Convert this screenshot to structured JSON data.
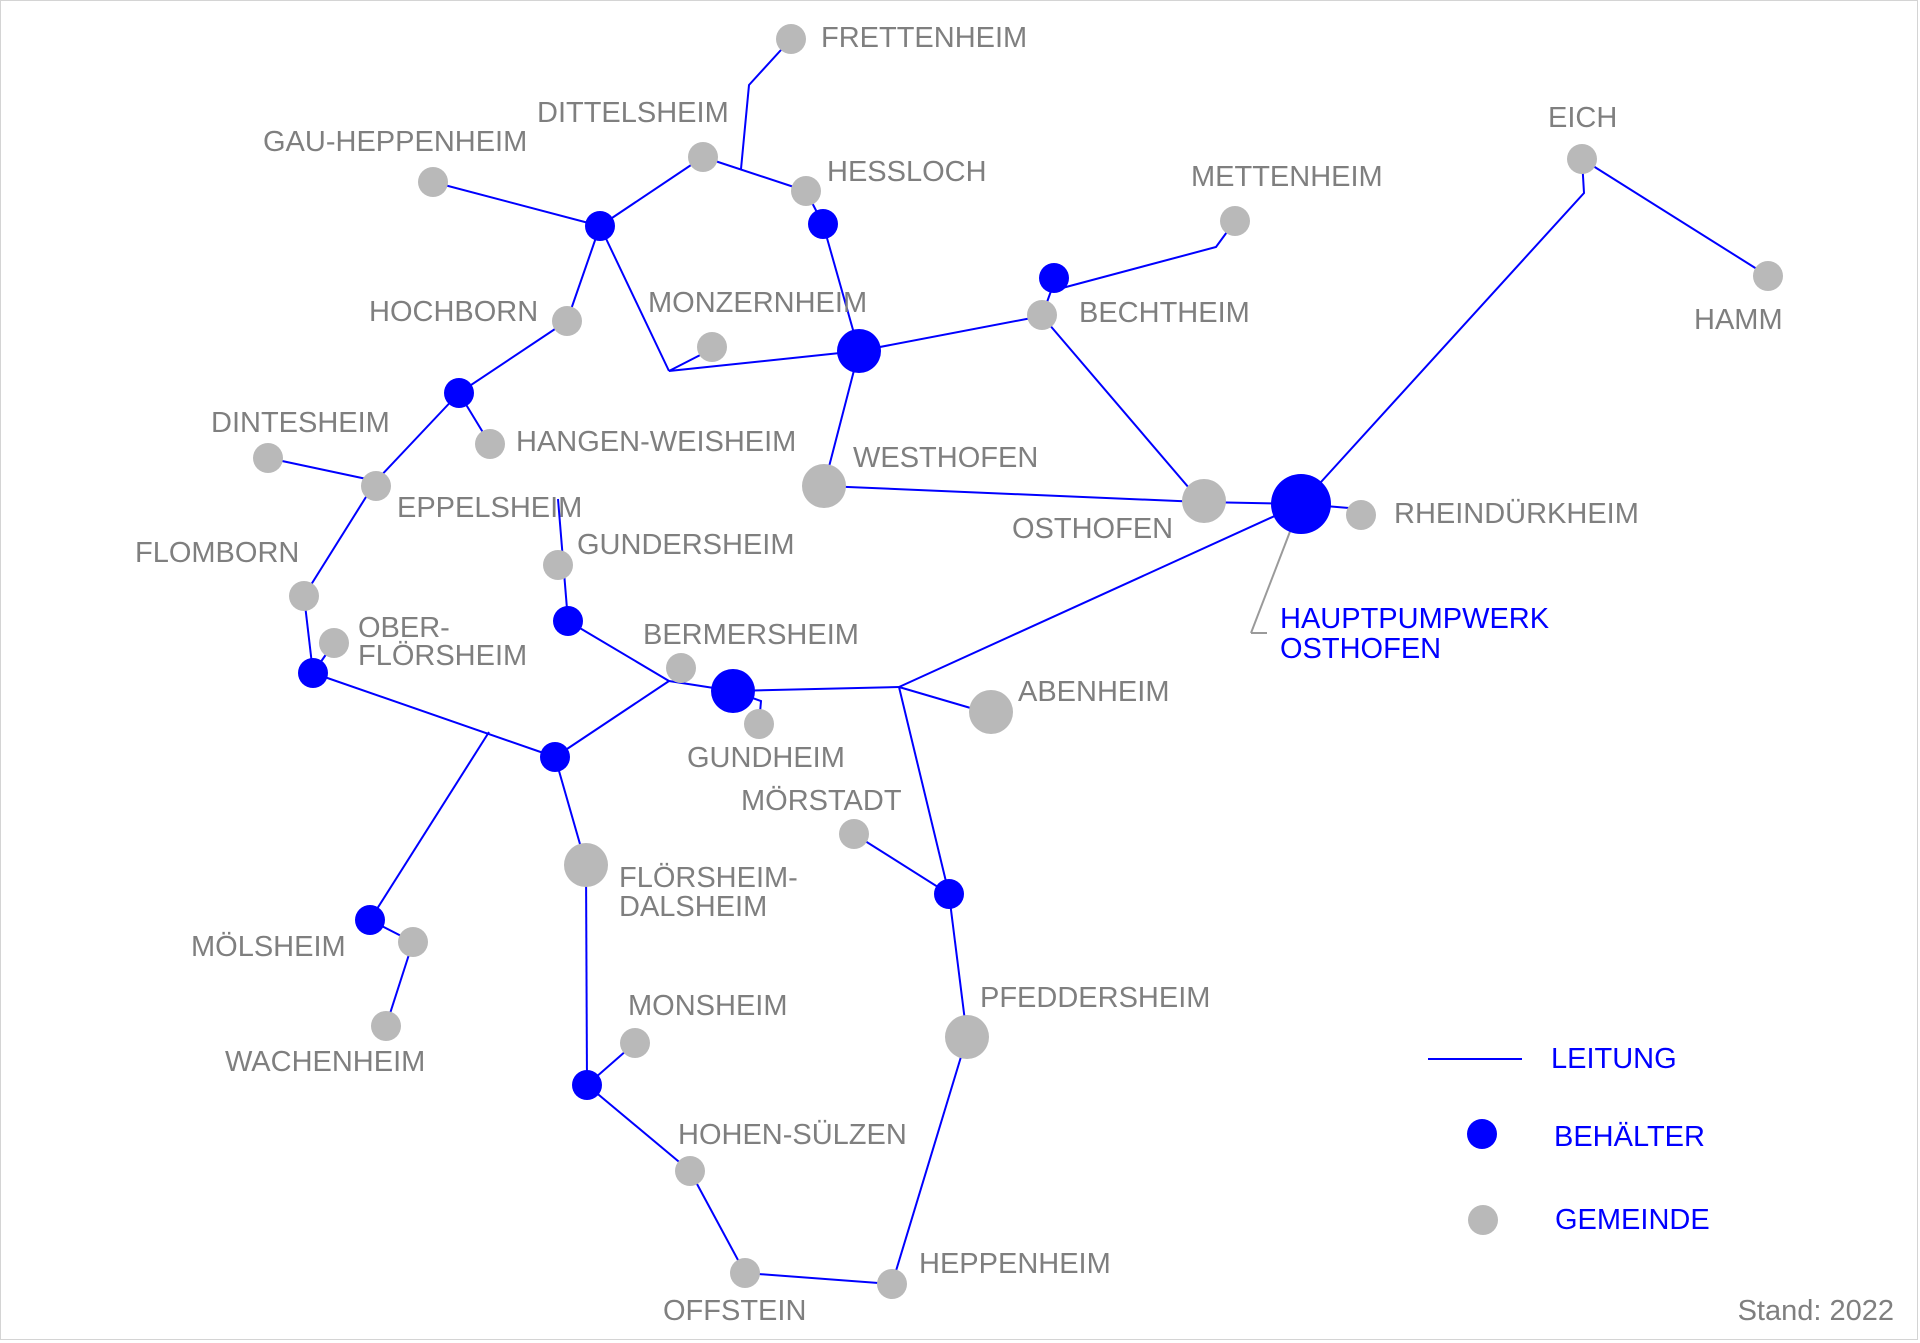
{
  "colors": {
    "pipeline": "#0000ff",
    "tank": "#0000ff",
    "municipality": "#b9b9b9",
    "label": "#7f7f7f",
    "accent_label": "#0000ff",
    "frame": "#d4d4d4"
  },
  "places": {
    "frettenheim": "FRETTENHEIM",
    "dittelsheim": "DITTELSHEIM",
    "gau_heppenheim": "GAU-HEPPENHEIM",
    "hessloch": "HESSLOCH",
    "eich": "EICH",
    "mettenheim": "METTENHEIM",
    "hamm": "HAMM",
    "hochborn": "HOCHBORN",
    "monzernheim": "MONZERNHEIM",
    "bechtheim": "BECHTHEIM",
    "dintesheim": "DINTESHEIM",
    "hangen_weisheim": "HANGEN-WEISHEIM",
    "westhofen": "WESTHOFEN",
    "eppelsheim": "EPPELSHEIM",
    "osthofen": "OSTHOFEN",
    "rheindurkheim": "RHEINDÜRKHEIM",
    "flomborn": "FLOMBORN",
    "gundersheim": "GUNDERSHEIM",
    "ober_florsheim_1": "OBER-",
    "ober_florsheim_2": "FLÖRSHEIM",
    "bermersheim": "BERMERSHEIM",
    "abenheim": "ABENHEIM",
    "gundheim": "GUNDHEIM",
    "morstadt": "MÖRSTADT",
    "florsheim_dalsheim_1": "FLÖRSHEIM-",
    "florsheim_dalsheim_2": "DALSHEIM",
    "molsheim": "MÖLSHEIM",
    "pfeddersheim": "PFEDDERSHEIM",
    "monsheim": "MONSHEIM",
    "wachenheim": "WACHENHEIM",
    "hohen_sulzen": "HOHEN-SÜLZEN",
    "heppenheim": "HEPPENHEIM",
    "offstein": "OFFSTEIN",
    "hauptpumpwerk_1": "HAUPTPUMPWERK",
    "hauptpumpwerk_2": "OSTHOFEN"
  },
  "legend": {
    "pipeline": "LEITUNG",
    "tank": "BEHÄLTER",
    "municipality": "GEMEINDE"
  },
  "stand": "Stand: 2022"
}
